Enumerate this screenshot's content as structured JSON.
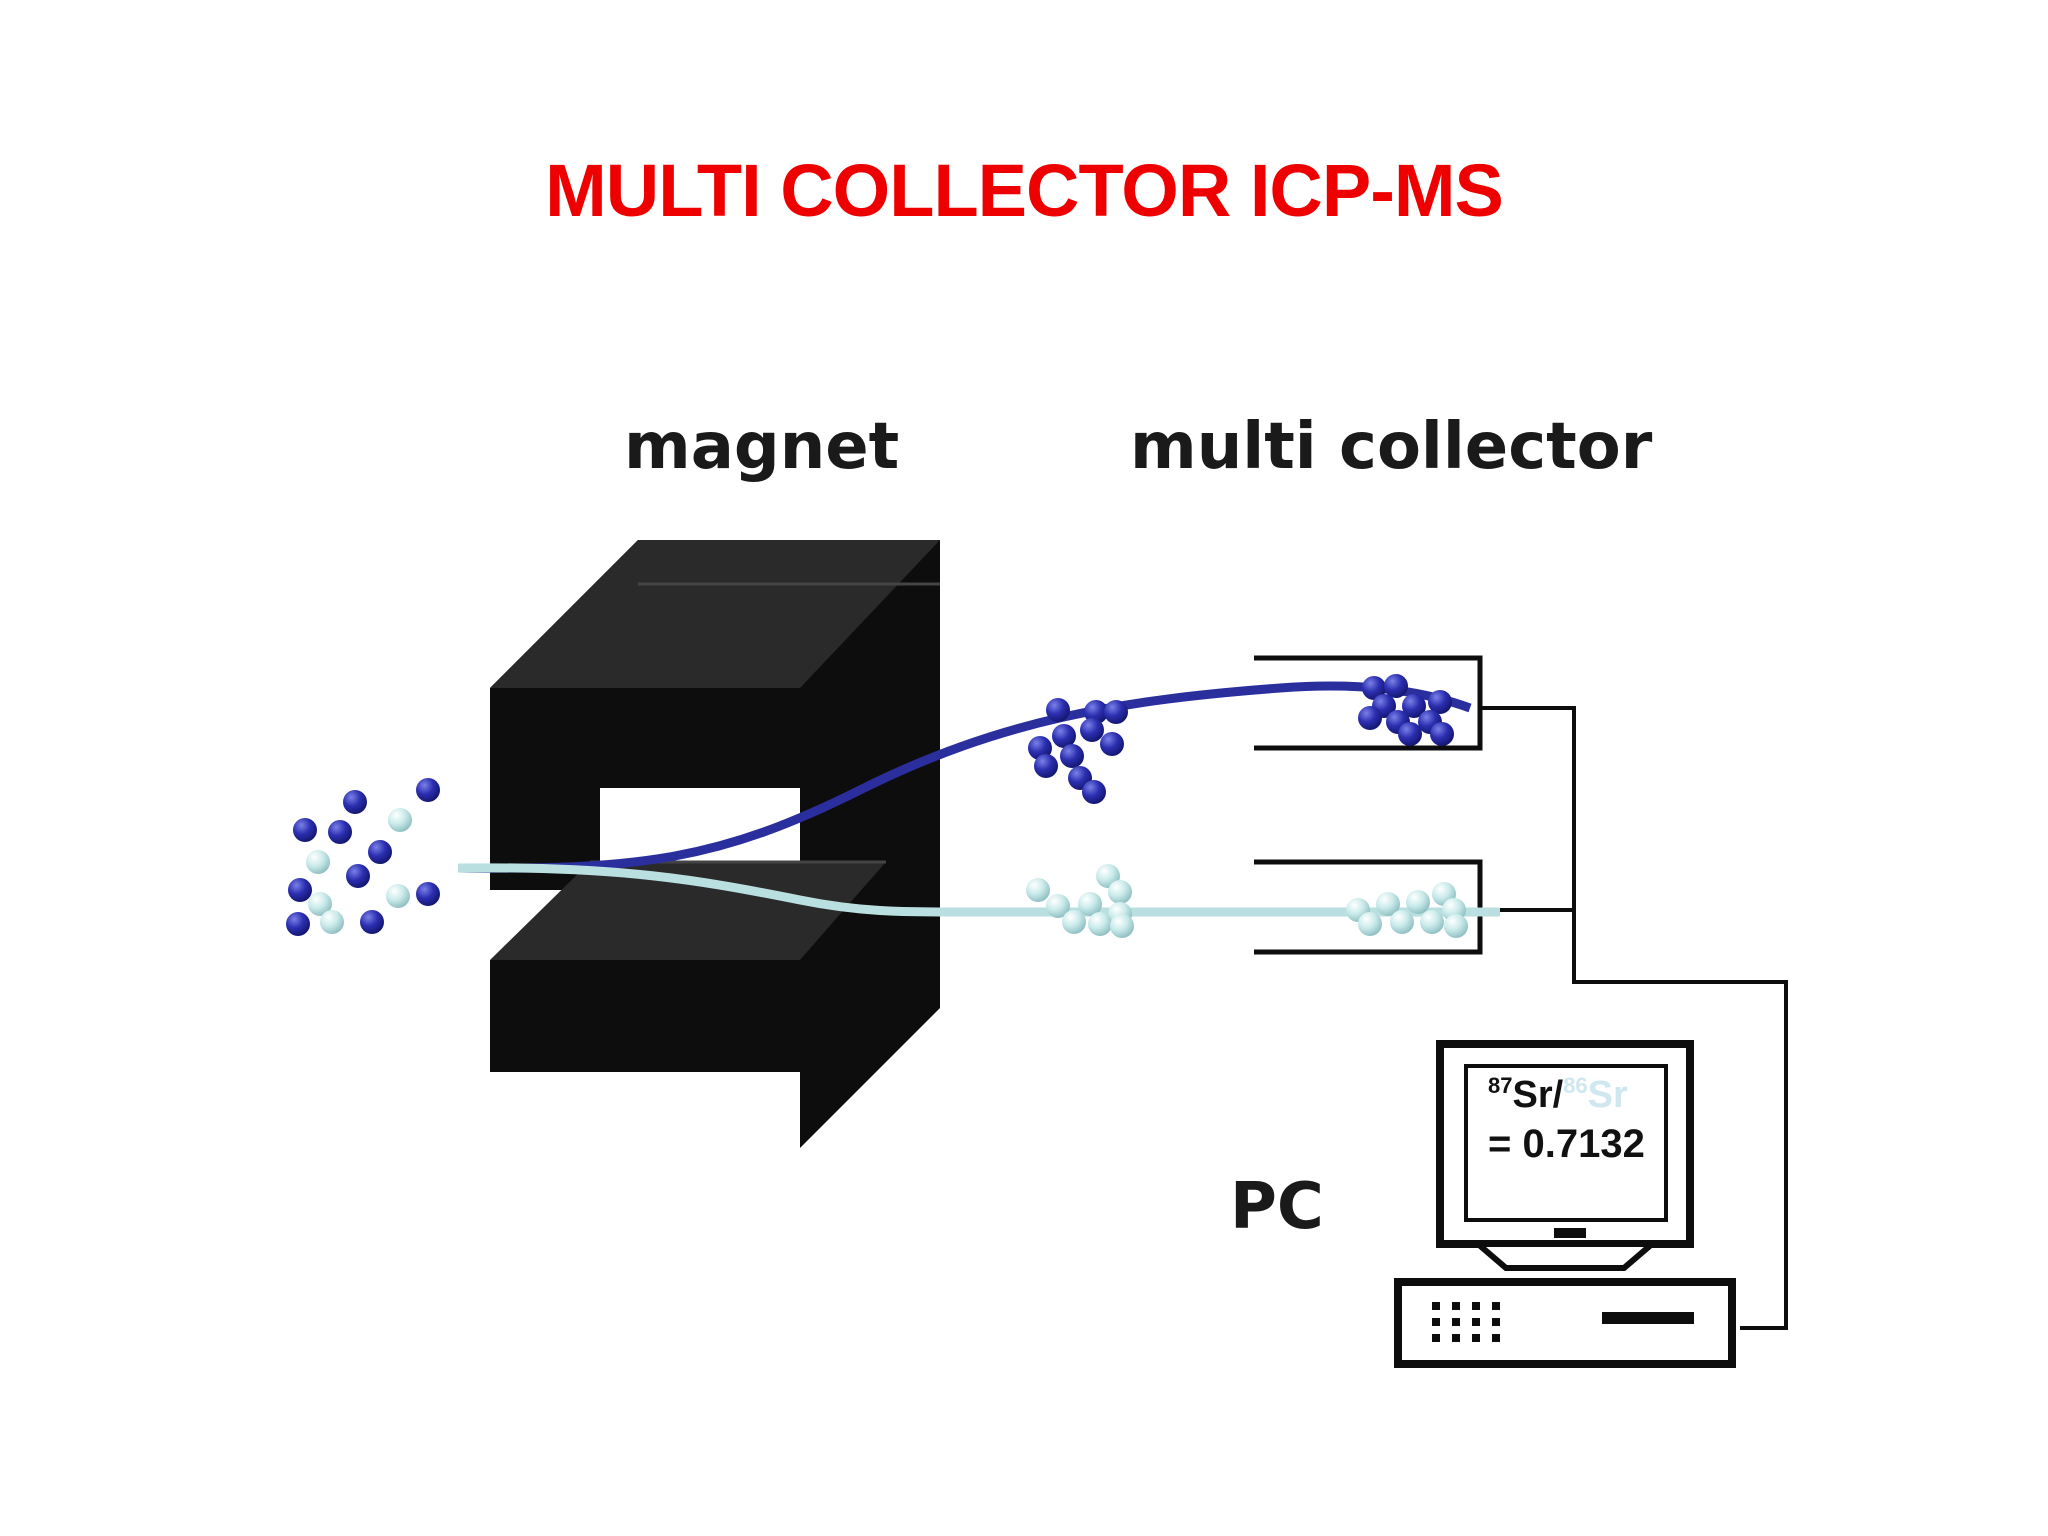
{
  "title": "MULTI COLLECTOR ICP-MS",
  "labels": {
    "magnet": "magnet",
    "multi_collector": "multi collector",
    "pc": "PC"
  },
  "screen": {
    "isotope_numerator_mass": "87",
    "isotope_numerator": "Sr/",
    "isotope_denominator_mass": "86",
    "isotope_denominator": "Sr",
    "ratio_text": "= 0.7132"
  },
  "colors": {
    "title": "#ee0000",
    "heavy_isotope": "#2b2f9e",
    "light_isotope": "#b9dfe0",
    "magnet": "#0d0d0d"
  }
}
